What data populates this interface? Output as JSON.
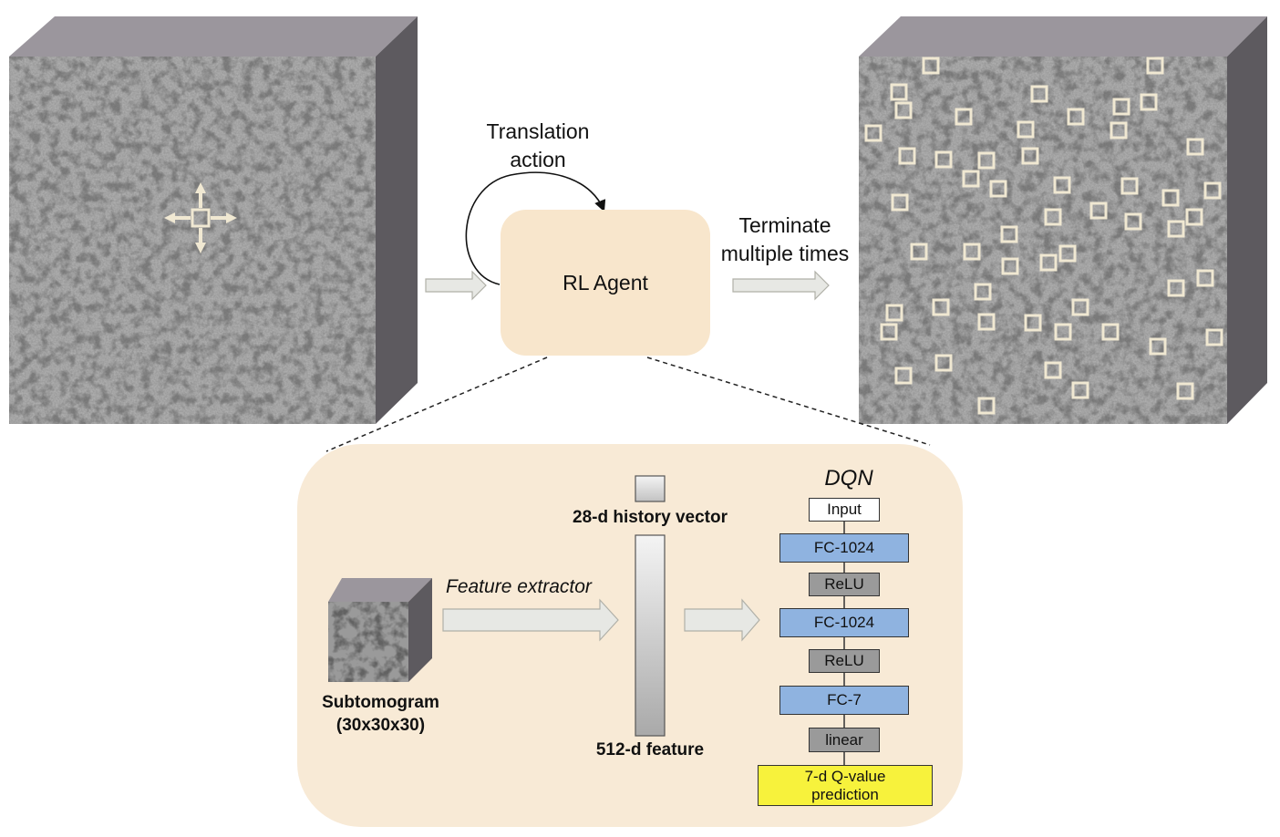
{
  "labels": {
    "translation_action": "Translation\naction",
    "rl_agent": "RL Agent",
    "terminate": "Terminate\nmultiple times",
    "feature_extractor": "Feature extractor",
    "subtomogram": "Subtomogram\n(30x30x30)",
    "history_vector": "28-d history vector",
    "feature_512": "512-d feature",
    "dqn_title": "DQN"
  },
  "dqn_layers": [
    {
      "label": "Input",
      "color": "#ffffff"
    },
    {
      "label": "FC-1024",
      "color": "#8fb3e0"
    },
    {
      "label": "ReLU",
      "color": "#9a9a9a"
    },
    {
      "label": "FC-1024",
      "color": "#8fb3e0"
    },
    {
      "label": "ReLU",
      "color": "#9a9a9a"
    },
    {
      "label": "FC-7",
      "color": "#8fb3e0"
    },
    {
      "label": "linear",
      "color": "#9a9a9a"
    },
    {
      "label": "7-d Q-value\nprediction",
      "color": "#f7f23c"
    }
  ],
  "colors": {
    "panel_fill": "#f8ead6",
    "agent_fill": "#f8e6cc",
    "cube_top": "#9b969d",
    "cube_side": "#5d5a5f",
    "arrow_fill": "#e7e8e4",
    "box_marker": "#f0e8d2"
  }
}
